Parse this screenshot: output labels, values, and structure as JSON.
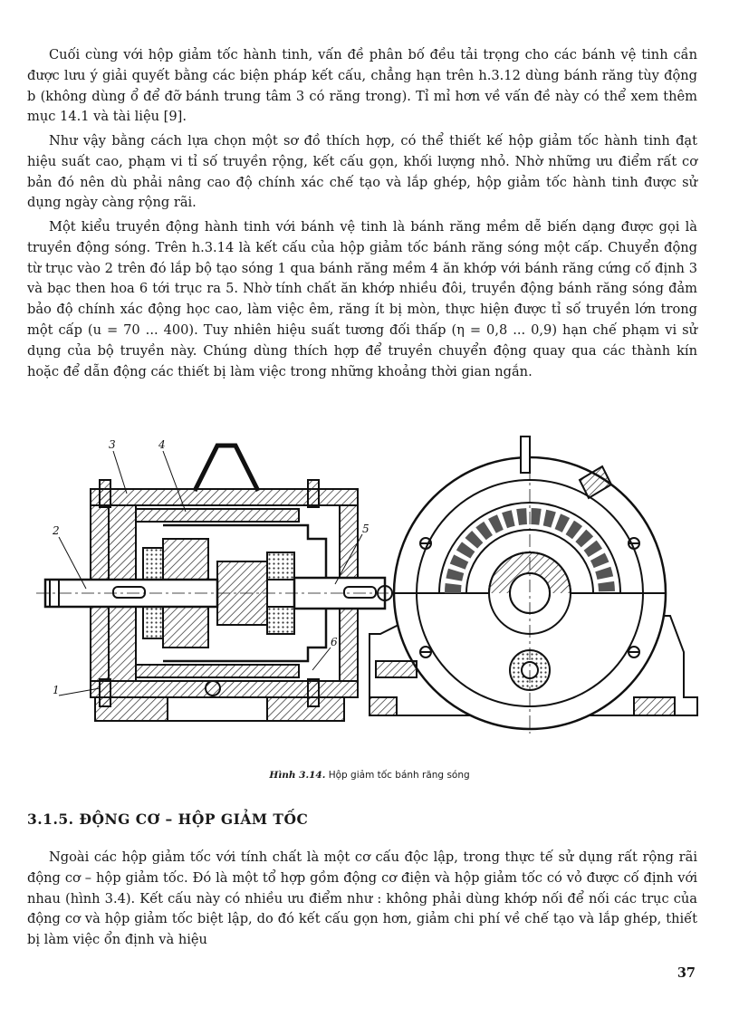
{
  "paragraphs": [
    "Cuối cùng với hộp giảm tốc hành tinh, vấn đề phân bố đều tải trọng cho các bánh vệ tinh cần được lưu ý giải quyết bằng các biện pháp kết cấu, chẳng hạn trên h.3.12 dùng bánh răng tùy động b (không dùng ổ để đỡ bánh trung tâm 3 có răng trong). Tỉ mỉ hơn về vấn đề này có thể xem thêm mục 14.1 và tài liệu [9].",
    "Như vậy bằng cách lựa chọn một sơ đồ thích hợp, có thể thiết kế hộp giảm tốc hành tinh đạt hiệu suất cao, phạm vi tỉ số truyền rộng, kết cấu gọn, khối lượng nhỏ. Nhờ những ưu điểm rất cơ bản đó nên dù phải nâng cao độ chính xác chế tạo và lắp ghép, hộp giảm tốc hành tinh được sử dụng ngày càng rộng rãi.",
    "Một kiểu truyền động hành tinh với bánh vệ tinh là bánh răng mềm dễ biến dạng được gọi là truyền động sóng. Trên h.3.14 là kết cấu của hộp giảm tốc bánh răng sóng một cấp. Chuyển động từ trục vào 2 trên đó lắp bộ tạo sóng 1 qua bánh răng mềm 4 ăn khớp với bánh răng cứng cố định 3 và bạc then hoa 6 tới trục ra 5. Nhờ tính chất ăn khớp nhiều đôi, truyền động bánh răng sóng đảm bảo độ chính xác động học cao, làm việc êm, răng ít bị mòn, thực hiện được tỉ số truyền lớn trong một cấp (u = 70 ... 400). Tuy nhiên hiệu suất tương đối thấp (η = 0,8 ... 0,9) hạn chế phạm vi sử dụng của bộ truyền này. Chúng dùng thích hợp để truyền chuyển động quay qua các thành kín hoặc để dẫn động các thiết bị làm việc trong những khoảng thời gian ngắn."
  ],
  "figure": {
    "labels": [
      "3",
      "4",
      "2",
      "5",
      "6",
      "1"
    ],
    "caption_num": "Hình 3.14.",
    "caption_text": " Hộp giảm tốc bánh răng sóng"
  },
  "section": {
    "heading": "3.1.5. ĐỘNG CƠ – HỘP GIẢM TỐC",
    "paragraph": "Ngoài các hộp giảm tốc với tính chất là một cơ cấu độc lập, trong thực tế sử dụng rất rộng rãi động cơ – hộp giảm tốc. Đó là một tổ hợp gồm động cơ điện và hộp giảm tốc có vỏ được cố định với nhau (hình 3.4). Kết cấu này có nhiều ưu điểm như : không phải dùng khớp nối để nối các trục của động cơ và hộp giảm tốc biệt lập, do đó kết cấu gọn hơn, giảm chi phí về chế tạo và lắp ghép, thiết bị làm việc ổn định và hiệu"
  },
  "page_number": "37"
}
